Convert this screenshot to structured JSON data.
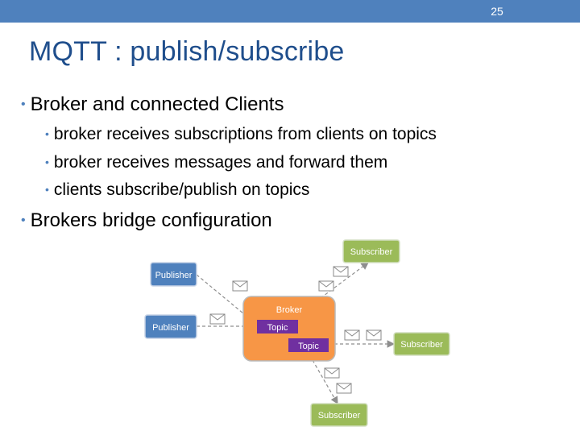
{
  "slide": {
    "number": "25",
    "title": "MQTT : publish/subscribe",
    "bullets": [
      {
        "text": "Broker and connected Clients",
        "sub": [
          "broker receives subscriptions from clients on topics",
          "broker receives messages and forward them",
          "clients subscribe/publish on topics"
        ]
      },
      {
        "text": "Brokers bridge configuration"
      }
    ]
  },
  "diagram": {
    "publisher_1": "Publisher",
    "publisher_2": "Publisher",
    "broker": "Broker",
    "topic_1": "Topic",
    "topic_2": "Topic",
    "subscriber_top": "Subscriber",
    "subscriber_right": "Subscriber",
    "subscriber_bottom": "Subscriber"
  },
  "colors": {
    "bar": "#4f81bd",
    "title": "#1f4e8c",
    "publisher": "#4f81bd",
    "subscriber": "#9bbb59",
    "broker": "#f79646",
    "topic": "#7030a0"
  }
}
